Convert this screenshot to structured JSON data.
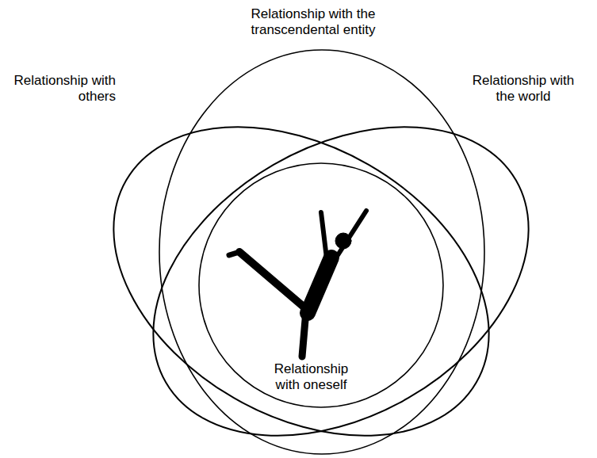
{
  "diagram": {
    "nodes": [
      {
        "text": [
          "Relationship with the transcendental entity"
        ]
      },
      {
        "text": [
          "Relationship with others"
        ]
      },
      {
        "text": [
          "Relationship with the world"
        ]
      },
      {
        "text": [
          "Relationship with oneself"
        ],
        "in": 0
      }
    ]
  }
}
